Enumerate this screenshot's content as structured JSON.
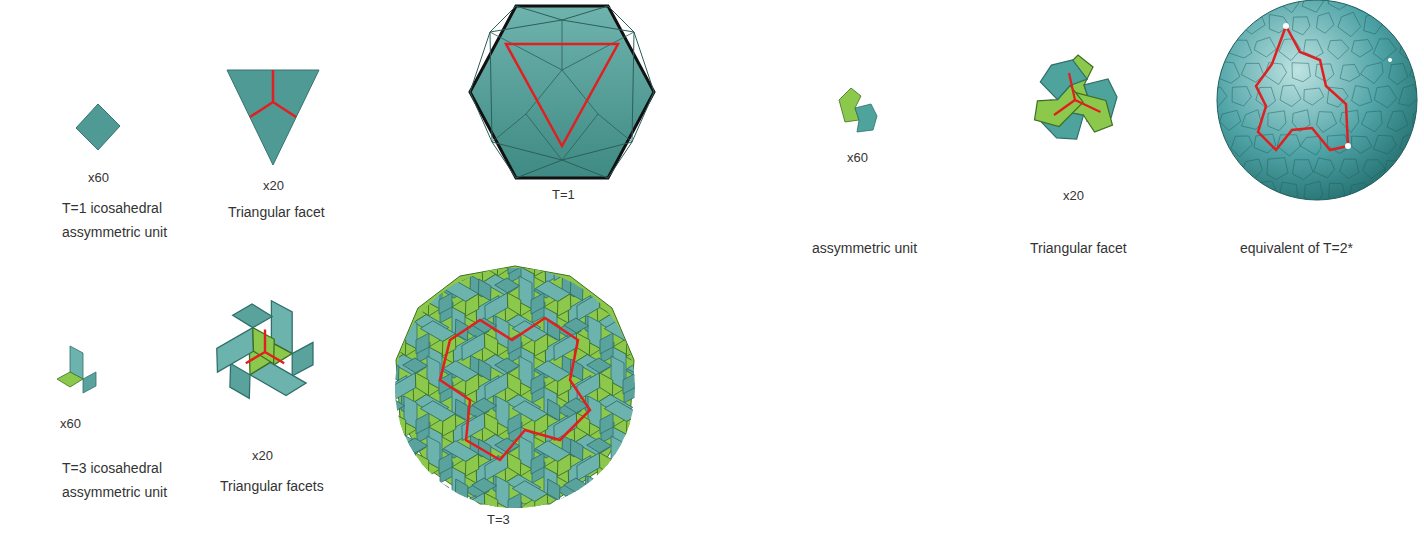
{
  "diagram": {
    "labels": [
      "x60",
      "T=1 icosahedral assymmetric unit",
      "x20",
      "Triangular facet",
      "T=1",
      "x60",
      "T=3 icosahedral assymmetric unit",
      "x20",
      "Triangular facets",
      "T=3",
      "x60",
      "x20",
      "assymmetric unit",
      "Triangular facet",
      "equivalent of T=2*"
    ]
  }
}
